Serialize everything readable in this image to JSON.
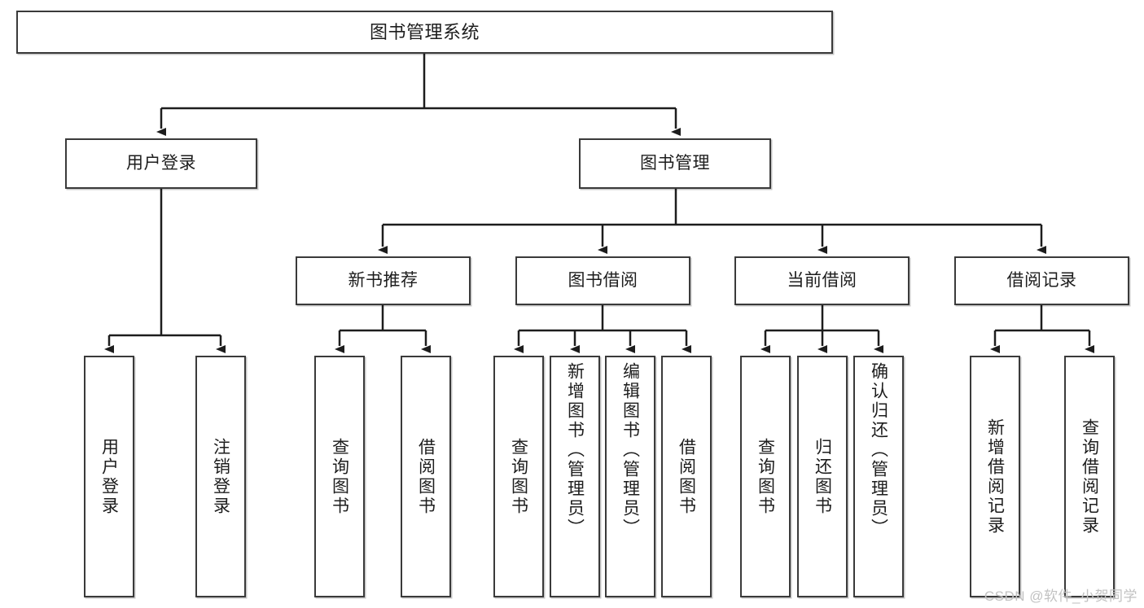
{
  "diagram": {
    "title": "图书管理系统",
    "type": "tree",
    "colors": {
      "box_border": "#3a3a3a",
      "box_fill": "#ffffff",
      "line": "#1d1d1d",
      "text": "#1d1d1d",
      "watermark": "#c2c2c2"
    },
    "root": {
      "label": "图书管理系统"
    },
    "level2": [
      {
        "label": "用户登录"
      },
      {
        "label": "图书管理"
      }
    ],
    "level3": [
      {
        "label": "新书推荐"
      },
      {
        "label": "图书借阅"
      },
      {
        "label": "当前借阅"
      },
      {
        "label": "借阅记录"
      }
    ],
    "leaves": {
      "user_login": [
        {
          "label": "用户登录"
        },
        {
          "label": "注销登录"
        }
      ],
      "new_book": [
        {
          "label": "查询图书"
        },
        {
          "label": "借阅图书"
        }
      ],
      "book_borrow": [
        {
          "label": "查询图书"
        },
        {
          "label": "新增图书（管理员）"
        },
        {
          "label": "编辑图书（管理员）"
        },
        {
          "label": "借阅图书"
        }
      ],
      "current_borrow": [
        {
          "label": "查询图书"
        },
        {
          "label": "归还图书"
        },
        {
          "label": "确认归还（管理员）"
        }
      ],
      "borrow_record": [
        {
          "label": "新增借阅记录"
        },
        {
          "label": "查询借阅记录"
        }
      ]
    }
  },
  "watermark": {
    "text": "CSDN @软件_小贺同学"
  }
}
